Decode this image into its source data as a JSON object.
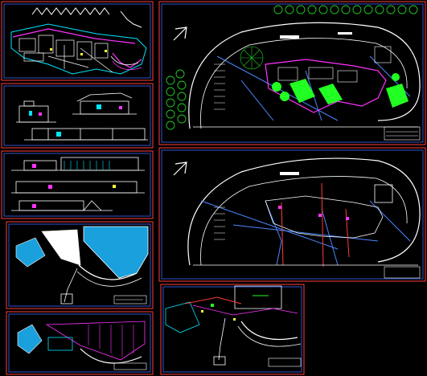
{
  "palette": {
    "background": "#000000",
    "sheet_border": "#ff3b3b",
    "inner_border": "#3b6bff",
    "wall_white": "#ffffff",
    "wall_cyan": "#00e5ff",
    "accent_magenta": "#ff33ff",
    "accent_yellow": "#ffff33",
    "accent_green": "#22ff22",
    "accent_blue": "#4a86ff",
    "fill_blue": "#1aa0dc",
    "tree_green": "#22cc22"
  },
  "sheets": [
    {
      "id": "floor-plan",
      "content": "plan"
    },
    {
      "id": "sections",
      "content": "elevations"
    },
    {
      "id": "elevations",
      "content": "elevations"
    },
    {
      "id": "roof-plan-blue",
      "content": "roof"
    },
    {
      "id": "roof-plan-magenta",
      "content": "roof"
    },
    {
      "id": "site-plan-landscape",
      "content": "site"
    },
    {
      "id": "site-plan-layout",
      "content": "site"
    },
    {
      "id": "partial-plan",
      "content": "plan"
    }
  ],
  "icons": {
    "north_arrow": "north-arrow-icon"
  }
}
